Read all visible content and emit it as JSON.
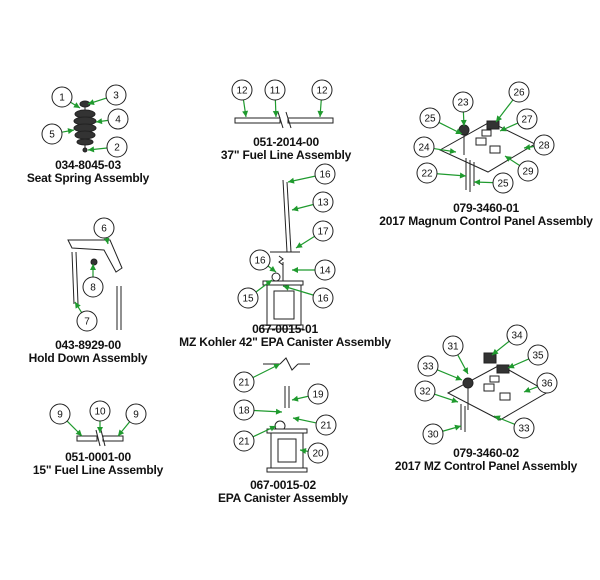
{
  "callout_color": "#1f9a2e",
  "assemblies": [
    {
      "part_number": "034-8045-03",
      "title": "Seat Spring Assembly",
      "callouts": [
        "1",
        "3",
        "4",
        "5",
        "2"
      ]
    },
    {
      "part_number": "051-2014-00",
      "title": "37\" Fuel Line Assembly",
      "callouts": [
        "12",
        "11",
        "12"
      ]
    },
    {
      "part_number": "079-3460-01",
      "title": "2017 Magnum Control Panel Assembly",
      "callouts": [
        "23",
        "26",
        "25",
        "27",
        "28",
        "24",
        "22",
        "29",
        "25"
      ]
    },
    {
      "part_number": "043-8929-00",
      "title": "Hold Down Assembly",
      "callouts": [
        "6",
        "8",
        "7"
      ]
    },
    {
      "part_number": "067-0015-01",
      "title": "MZ Kohler 42\" EPA Canister Assembly",
      "callouts": [
        "16",
        "13",
        "17",
        "16",
        "14",
        "15",
        "16"
      ]
    },
    {
      "part_number": "051-0001-00",
      "title": "15\" Fuel Line Assembly",
      "callouts": [
        "9",
        "10",
        "9"
      ]
    },
    {
      "part_number": "067-0015-02",
      "title": "EPA Canister Assembly",
      "callouts": [
        "21",
        "19",
        "18",
        "21",
        "21",
        "20"
      ]
    },
    {
      "part_number": "079-3460-02",
      "title": "2017 MZ Control Panel Assembly",
      "callouts": [
        "34",
        "31",
        "33",
        "35",
        "36",
        "32",
        "30",
        "33"
      ]
    }
  ]
}
